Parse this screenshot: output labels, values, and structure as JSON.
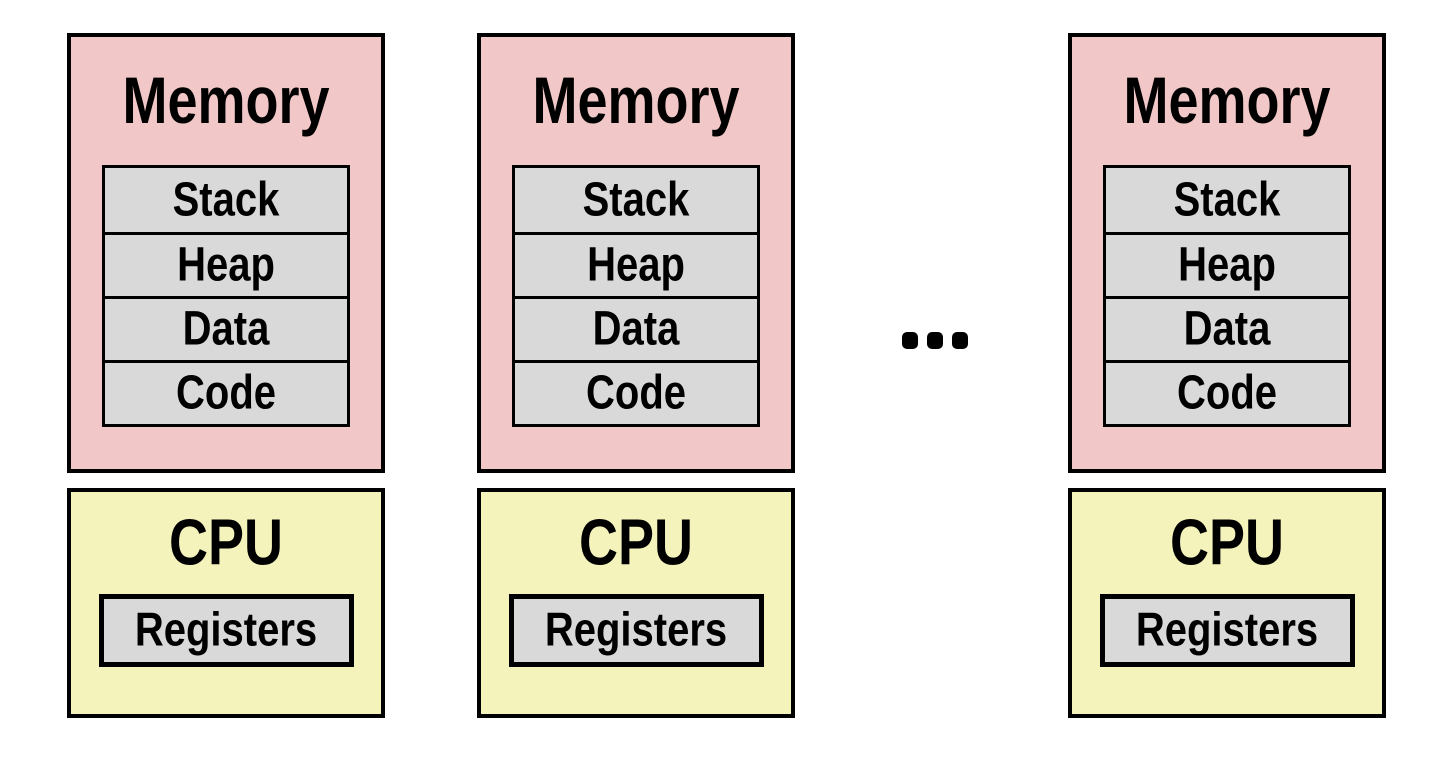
{
  "title": "Multiple processes: Memory and CPU diagram",
  "colors": {
    "memory_fill": "#f2c7c7",
    "cpu_fill": "#f5f3bc",
    "segment_fill": "#d9d9d9",
    "border": "#000000",
    "text": "#000000"
  },
  "ellipsis_glyph": "dots",
  "units": [
    {
      "memory_title": "Memory",
      "segments": [
        "Stack",
        "Heap",
        "Data",
        "Code"
      ],
      "cpu_title": "CPU",
      "registers_label": "Registers"
    },
    {
      "memory_title": "Memory",
      "segments": [
        "Stack",
        "Heap",
        "Data",
        "Code"
      ],
      "cpu_title": "CPU",
      "registers_label": "Registers"
    },
    {
      "memory_title": "Memory",
      "segments": [
        "Stack",
        "Heap",
        "Data",
        "Code"
      ],
      "cpu_title": "CPU",
      "registers_label": "Registers"
    }
  ]
}
